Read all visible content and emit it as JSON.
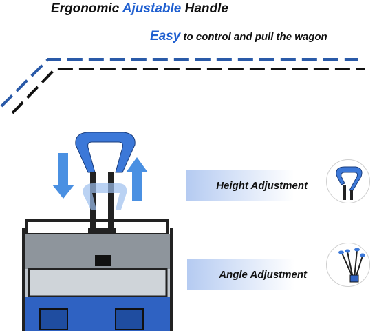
{
  "header": {
    "title_part1": "Ergonomic",
    "title_part2": "Ajustable",
    "title_part3": "Handle",
    "subtitle_part1": "Easy",
    "subtitle_part2": "to control and pull the wagon"
  },
  "features": {
    "height_label": "Height Adjustment",
    "angle_label": "Angle Adjustment"
  },
  "colors": {
    "accent_blue": "#1f5fd0",
    "handle_blue": "#3c78d8",
    "text": "#111111"
  }
}
